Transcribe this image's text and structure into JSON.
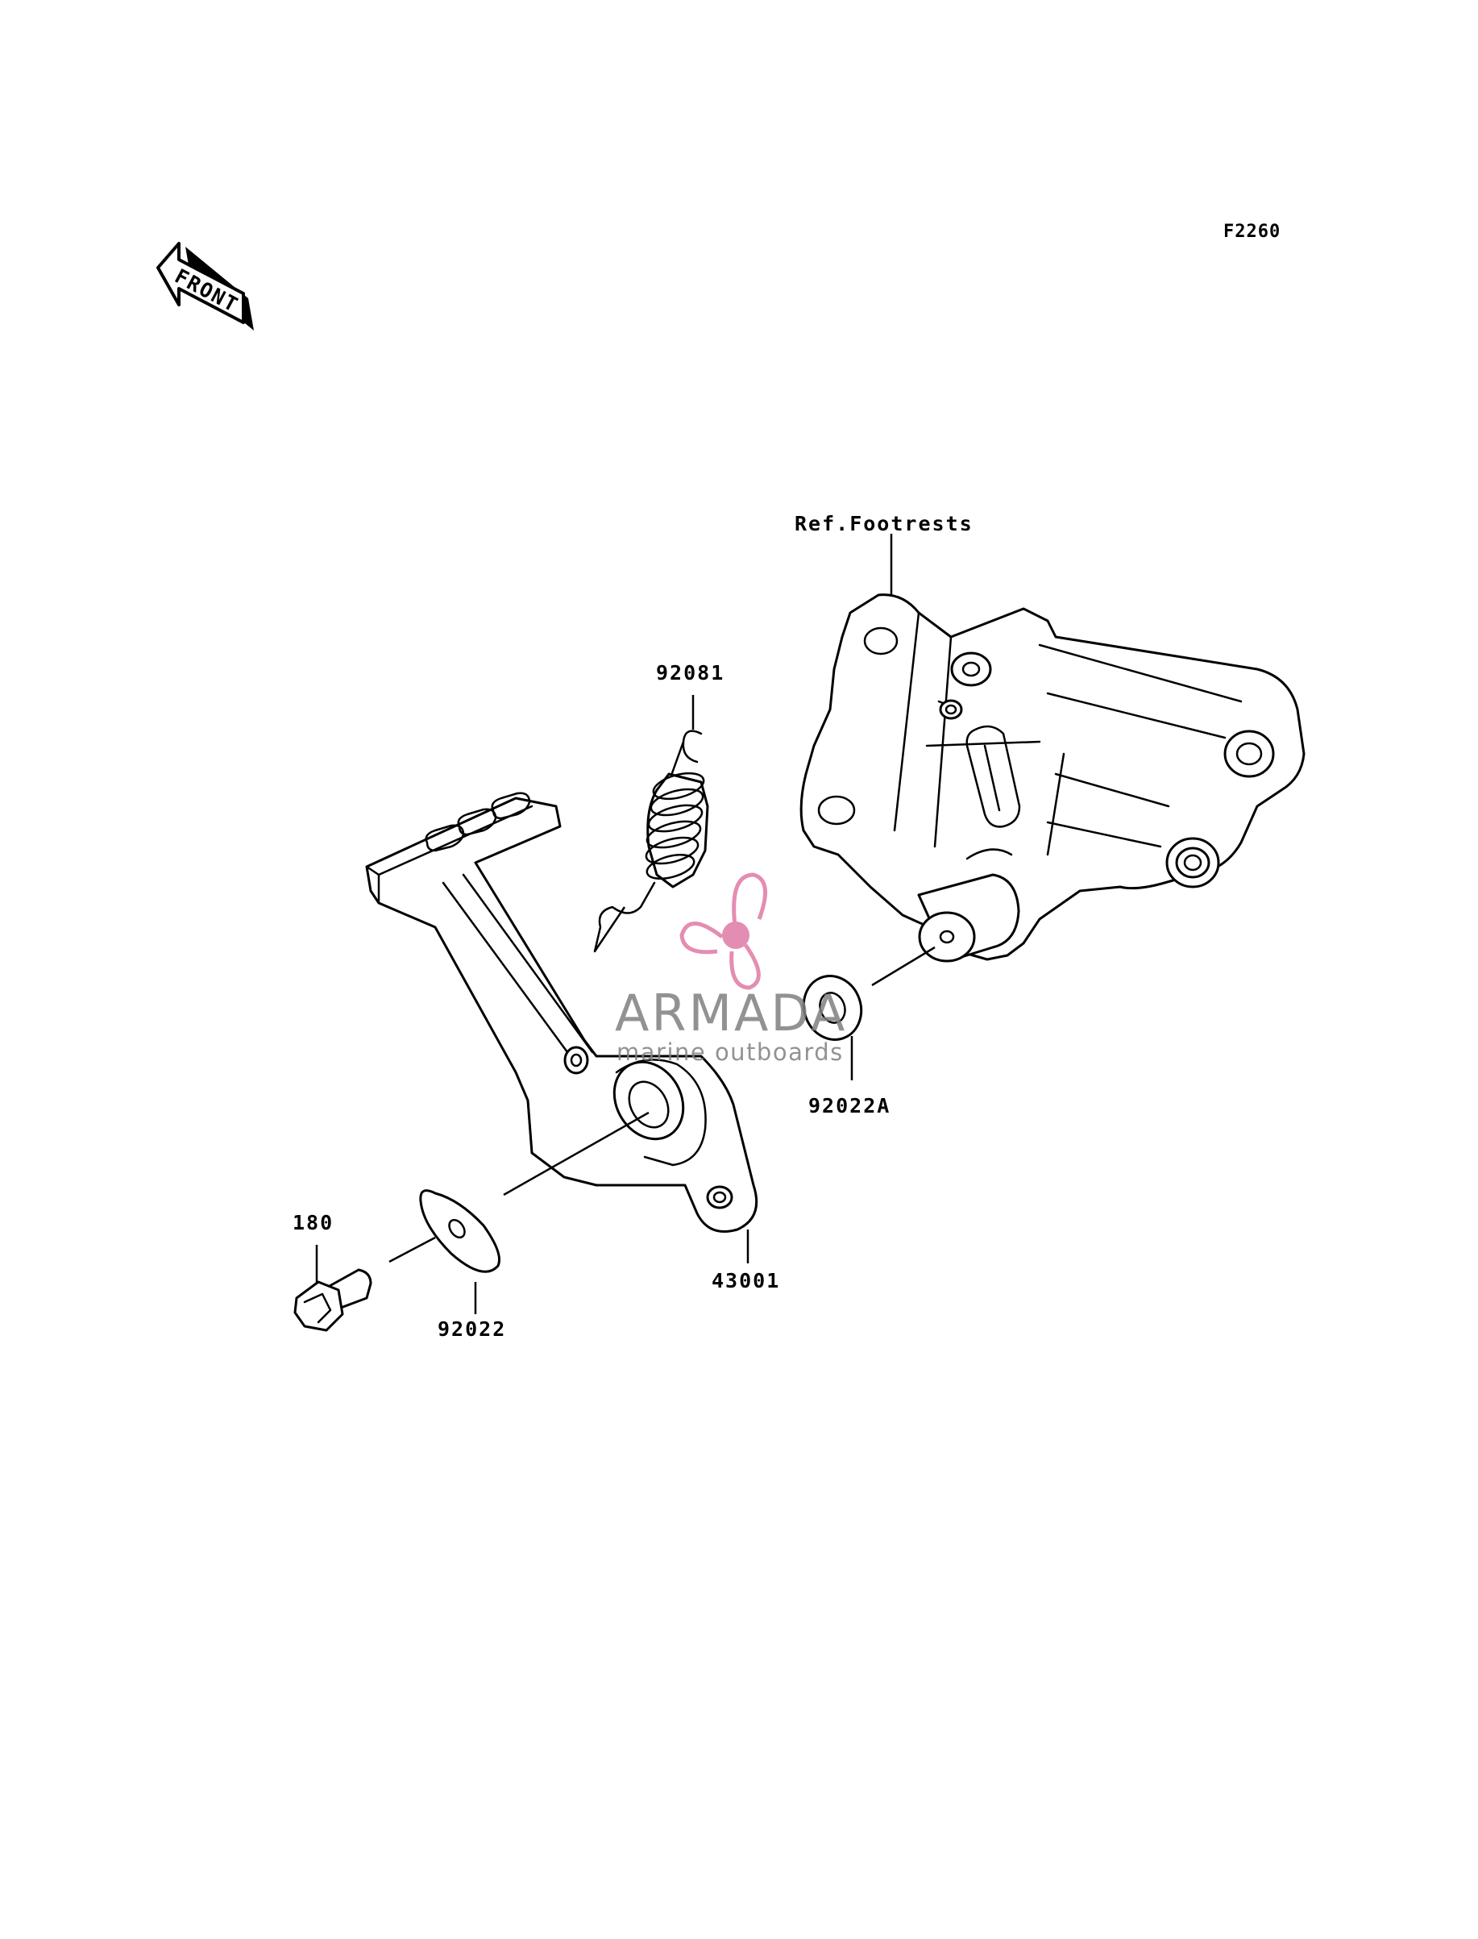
{
  "diagram_code": "F2260",
  "front_arrow_label": "FRONT",
  "labels": {
    "ref_footrests": "Ref.Footrests",
    "spring": "92081",
    "washer_a": "92022A",
    "bolt": "180",
    "washer": "92022",
    "brake_pedal": "43001"
  },
  "watermark": {
    "brand": "ARMADA",
    "tagline": "marine outboards",
    "icon": "propeller-icon",
    "accent_color": "#e07aa6",
    "text_color": "#808080"
  }
}
